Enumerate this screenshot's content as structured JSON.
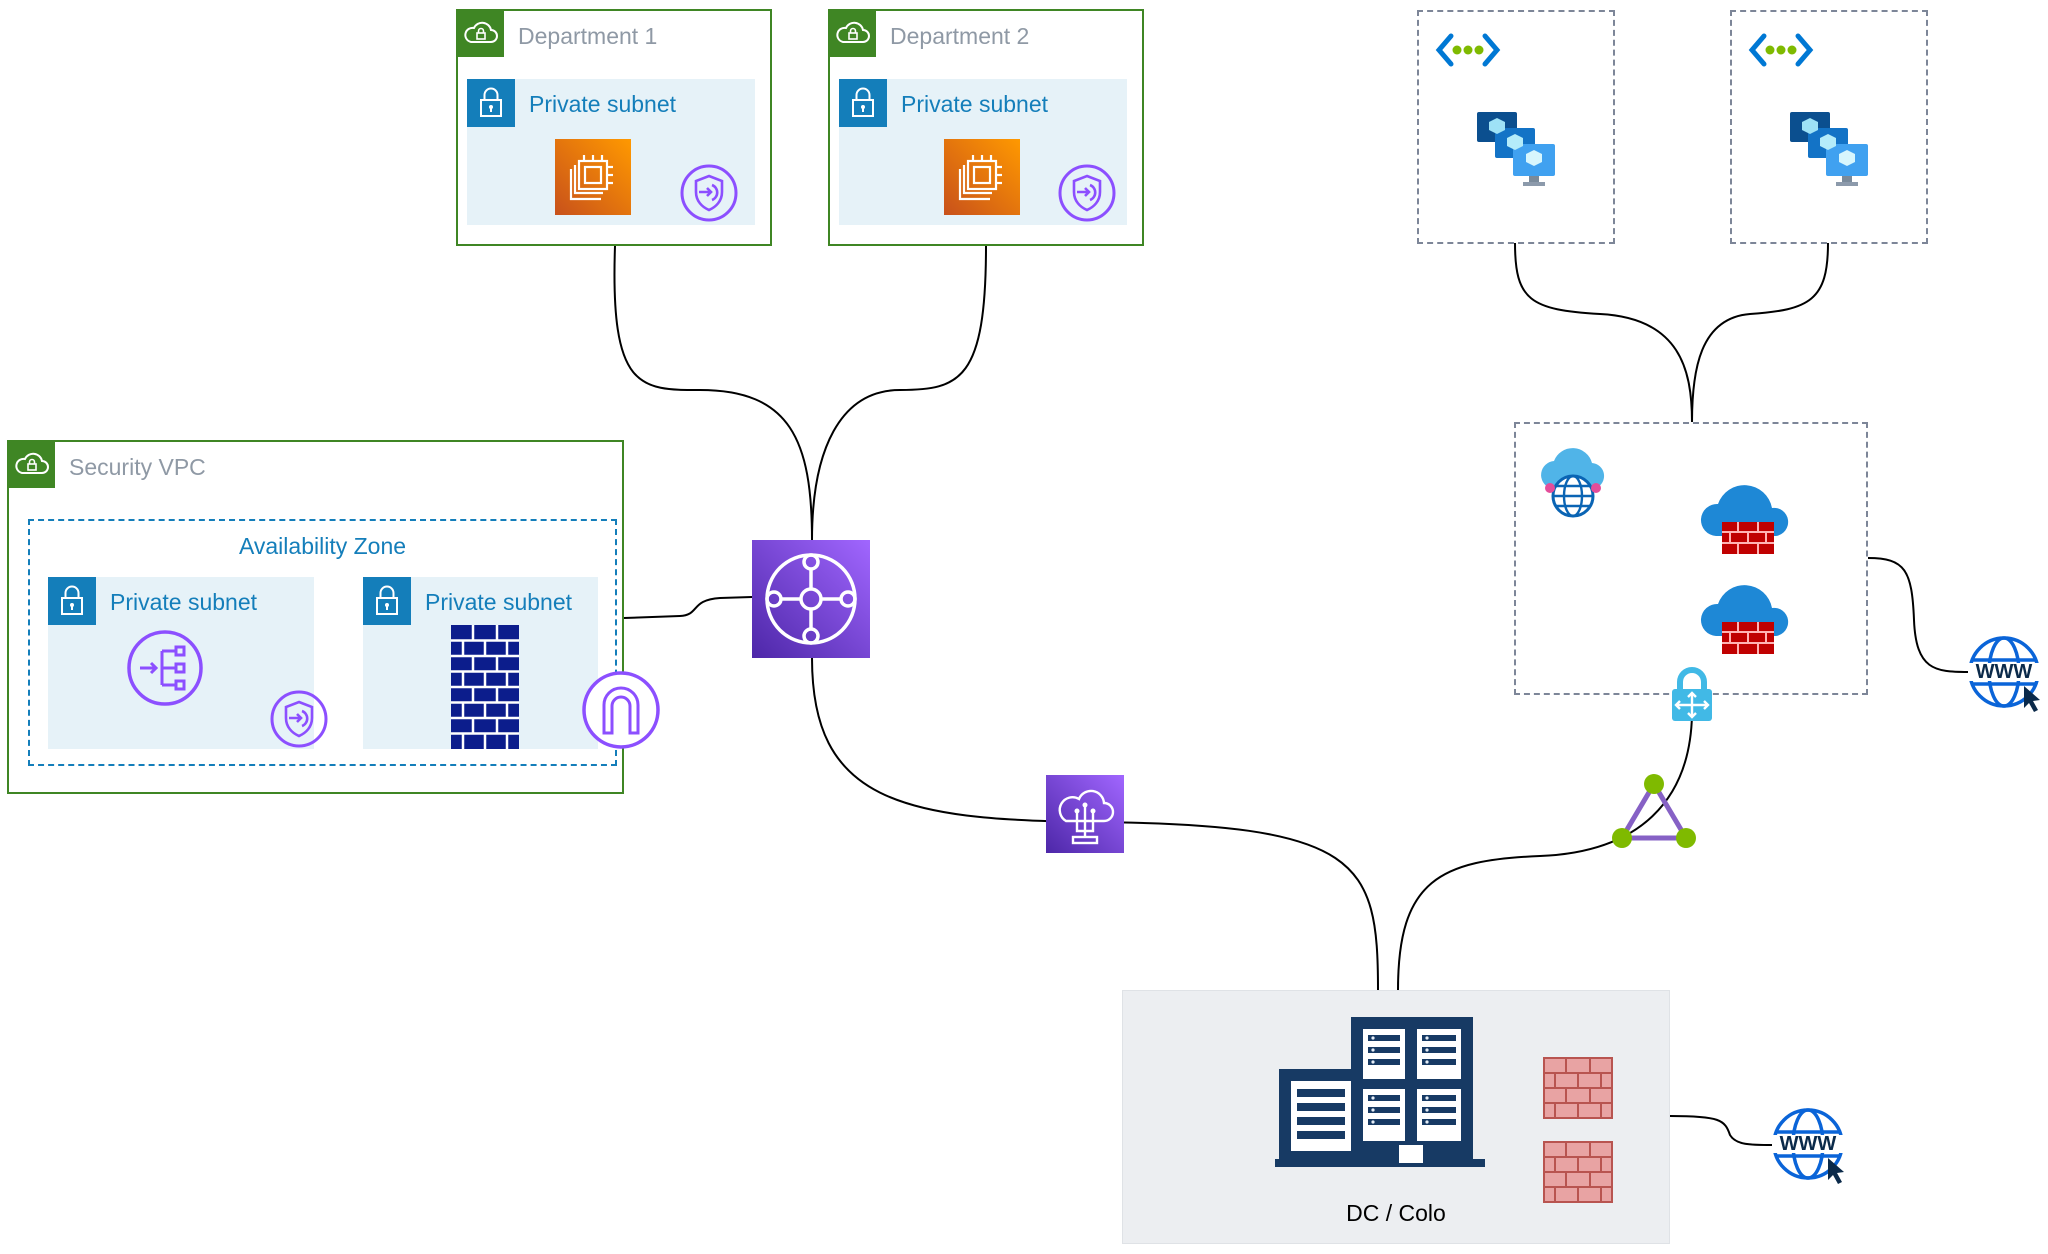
{
  "colors": {
    "vpc_border": "#3f8624",
    "vpc_title": "#8f99a5",
    "subnet_fill": "#e6f2f8",
    "subnet_accent": "#147eba",
    "compute_orange": "#ed7100",
    "network_purple": "#8c4fff",
    "firewall_navy": "#0c1d8c",
    "azure_blue": "#0078d4",
    "datacenter_navy": "#173a64",
    "onprem_firewall": "#e8a3a3",
    "dc_fill": "#eceef1",
    "connector": "#000000"
  },
  "security_vpc": {
    "title": "Security VPC",
    "availability_zone": "Availability Zone",
    "subnet_1": {
      "title": "Private subnet"
    },
    "subnet_2": {
      "title": "Private subnet"
    }
  },
  "department_1": {
    "title": "Department 1",
    "subnet": {
      "title": "Private subnet"
    }
  },
  "department_2": {
    "title": "Department 2",
    "subnet": {
      "title": "Private subnet"
    }
  },
  "datacenter": {
    "label": "DC / Colo"
  },
  "icons": [
    "vpc-cloud-icon",
    "padlock-icon",
    "ec2-instance-icon",
    "vpc-endpoint-icon",
    "gateway-load-balancer-icon",
    "network-firewall-icon",
    "internet-gateway-icon",
    "transit-gateway-icon",
    "direct-connect-icon",
    "azure-vnet-icon",
    "azure-virtual-machines-icon",
    "azure-virtual-wan-icon",
    "azure-firewall-icon",
    "azure-vpn-gateway-icon",
    "azure-expressroute-icon",
    "www-globe-icon",
    "datacenter-building-icon",
    "brick-firewall-icon"
  ]
}
